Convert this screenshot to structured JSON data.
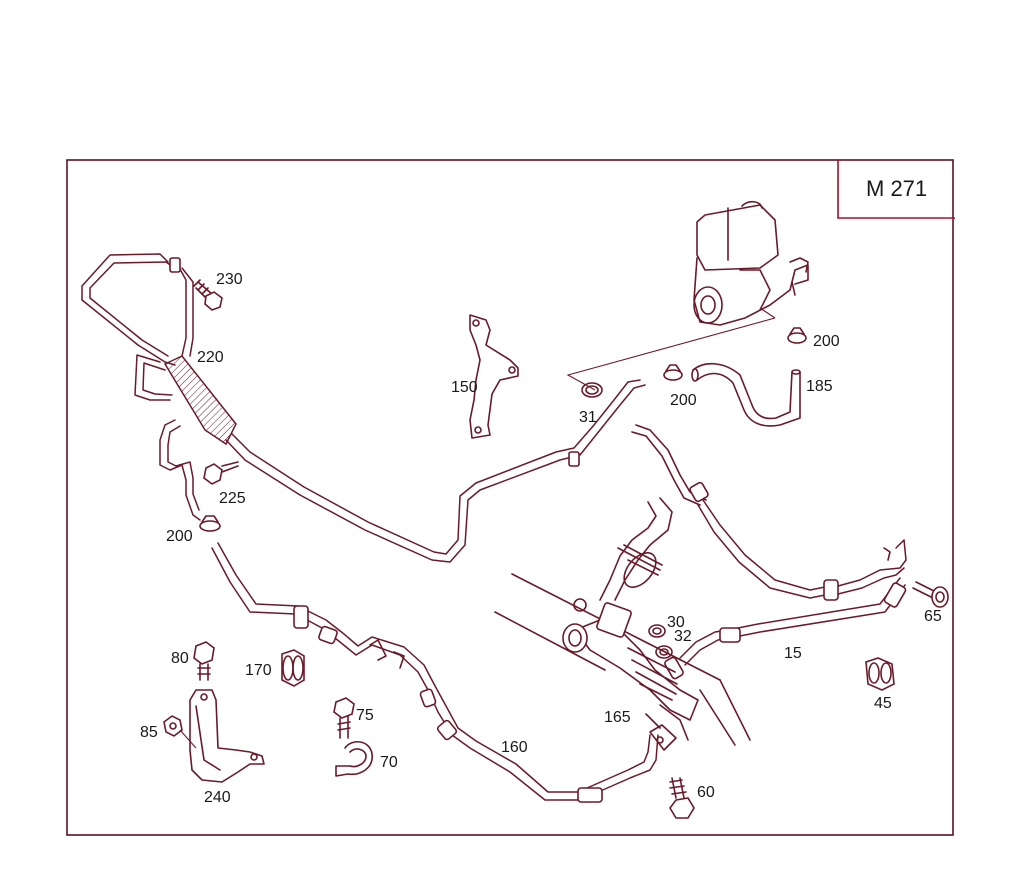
{
  "model_label": "M 271",
  "colors": {
    "line": "#6a1a2a",
    "accent": "#a01030",
    "text": "#1a1a1a"
  },
  "callouts": [
    {
      "id": "p230",
      "text": "230"
    },
    {
      "id": "p220",
      "text": "220"
    },
    {
      "id": "p150",
      "text": "150"
    },
    {
      "id": "p31",
      "text": "31"
    },
    {
      "id": "p200a",
      "text": "200"
    },
    {
      "id": "p200b",
      "text": "200"
    },
    {
      "id": "p185",
      "text": "185"
    },
    {
      "id": "p225",
      "text": "225"
    },
    {
      "id": "p200c",
      "text": "200"
    },
    {
      "id": "p65",
      "text": "65"
    },
    {
      "id": "p30",
      "text": "30"
    },
    {
      "id": "p32",
      "text": "32"
    },
    {
      "id": "p15",
      "text": "15"
    },
    {
      "id": "p80",
      "text": "80"
    },
    {
      "id": "p170",
      "text": "170"
    },
    {
      "id": "p75",
      "text": "75"
    },
    {
      "id": "p45",
      "text": "45"
    },
    {
      "id": "p165",
      "text": "165"
    },
    {
      "id": "p85",
      "text": "85"
    },
    {
      "id": "p160",
      "text": "160"
    },
    {
      "id": "p70",
      "text": "70"
    },
    {
      "id": "p60",
      "text": "60"
    },
    {
      "id": "p240",
      "text": "240"
    }
  ]
}
